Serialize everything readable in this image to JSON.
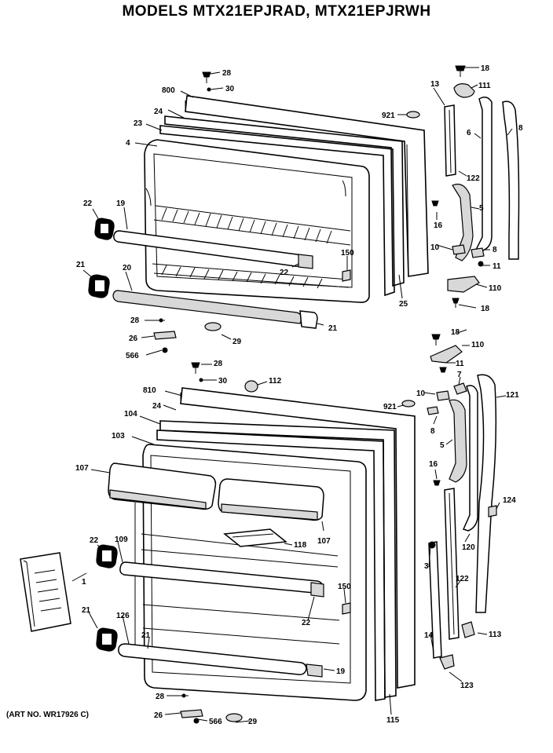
{
  "title": "MODELS MTX21EPJRAD, MTX21EPJRWH",
  "art_number": "(ART NO. WR17926 C)",
  "callouts": [
    {
      "id": "c28a",
      "text": "28"
    },
    {
      "id": "c30a",
      "text": "30"
    },
    {
      "id": "c800",
      "text": "800"
    },
    {
      "id": "c24a",
      "text": "24"
    },
    {
      "id": "c23",
      "text": "23"
    },
    {
      "id": "c4a",
      "text": "4"
    },
    {
      "id": "c921a",
      "text": "921"
    },
    {
      "id": "c18a",
      "text": "18"
    },
    {
      "id": "c111",
      "text": "111"
    },
    {
      "id": "c13",
      "text": "13"
    },
    {
      "id": "c6",
      "text": "6"
    },
    {
      "id": "c8a",
      "text": "8"
    },
    {
      "id": "c122a",
      "text": "122"
    },
    {
      "id": "c5a",
      "text": "5"
    },
    {
      "id": "c16a",
      "text": "16"
    },
    {
      "id": "c10a",
      "text": "10"
    },
    {
      "id": "c8b",
      "text": "8"
    },
    {
      "id": "c11a",
      "text": "11"
    },
    {
      "id": "c110a",
      "text": "110"
    },
    {
      "id": "c18b",
      "text": "18"
    },
    {
      "id": "c22a",
      "text": "22"
    },
    {
      "id": "c19",
      "text": "19"
    },
    {
      "id": "c150a",
      "text": "150"
    },
    {
      "id": "c22b",
      "text": "22"
    },
    {
      "id": "c21a",
      "text": "21"
    },
    {
      "id": "c20",
      "text": "20"
    },
    {
      "id": "c25",
      "text": "25"
    },
    {
      "id": "c28b",
      "text": "28"
    },
    {
      "id": "c21b",
      "text": "21"
    },
    {
      "id": "c26a",
      "text": "26"
    },
    {
      "id": "c29a",
      "text": "29"
    },
    {
      "id": "c566a",
      "text": "566"
    },
    {
      "id": "c18c",
      "text": "18"
    },
    {
      "id": "c110b",
      "text": "110"
    },
    {
      "id": "c28c",
      "text": "28"
    },
    {
      "id": "c11b",
      "text": "11"
    },
    {
      "id": "c30b",
      "text": "30"
    },
    {
      "id": "c112",
      "text": "112"
    },
    {
      "id": "c810",
      "text": "810"
    },
    {
      "id": "c10b",
      "text": "10"
    },
    {
      "id": "c7",
      "text": "7"
    },
    {
      "id": "c121",
      "text": "121"
    },
    {
      "id": "c24b",
      "text": "24"
    },
    {
      "id": "c921b",
      "text": "921"
    },
    {
      "id": "c104",
      "text": "104"
    },
    {
      "id": "c8c",
      "text": "8"
    },
    {
      "id": "c103",
      "text": "103"
    },
    {
      "id": "c5b",
      "text": "5"
    },
    {
      "id": "c107a",
      "text": "107"
    },
    {
      "id": "c16b",
      "text": "16"
    },
    {
      "id": "c124",
      "text": "124"
    },
    {
      "id": "c22c",
      "text": "22"
    },
    {
      "id": "c109",
      "text": "109"
    },
    {
      "id": "c118",
      "text": "118"
    },
    {
      "id": "c107b",
      "text": "107"
    },
    {
      "id": "c120",
      "text": "120"
    },
    {
      "id": "c3",
      "text": "3"
    },
    {
      "id": "c1",
      "text": "1"
    },
    {
      "id": "c150b",
      "text": "150"
    },
    {
      "id": "c122b",
      "text": "122"
    },
    {
      "id": "c22d",
      "text": "22"
    },
    {
      "id": "c21c",
      "text": "21"
    },
    {
      "id": "c126",
      "text": "126"
    },
    {
      "id": "c14",
      "text": "14"
    },
    {
      "id": "c113",
      "text": "113"
    },
    {
      "id": "c21d",
      "text": "21"
    },
    {
      "id": "c123",
      "text": "123"
    },
    {
      "id": "c28d",
      "text": "28"
    },
    {
      "id": "c26b",
      "text": "26"
    },
    {
      "id": "c566b",
      "text": "566"
    },
    {
      "id": "c29b",
      "text": "29"
    },
    {
      "id": "c115",
      "text": "115"
    }
  ]
}
